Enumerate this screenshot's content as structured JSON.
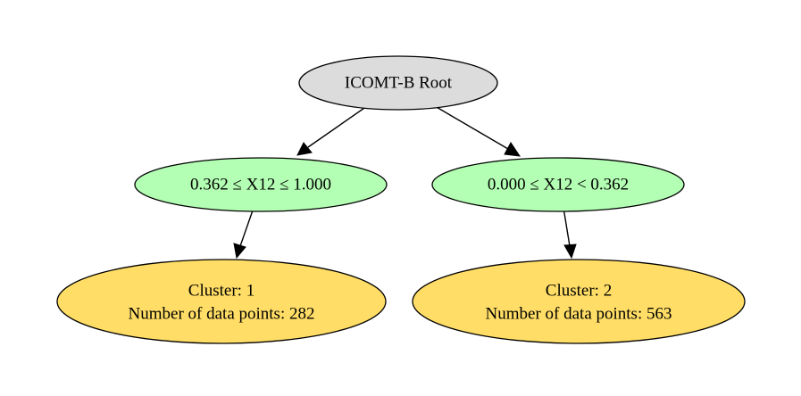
{
  "colors": {
    "root_fill": "#dcdcdc",
    "split_fill": "#b3ffb3",
    "leaf_fill": "#ffdd66",
    "stroke": "#000000"
  },
  "tree": {
    "root": {
      "label": "ICOMT-B Root"
    },
    "splits": [
      {
        "label": "0.362 ≤ X12 ≤ 1.000"
      },
      {
        "label": "0.000 ≤ X12 < 0.362"
      }
    ],
    "leaves": [
      {
        "line1": "Cluster: 1",
        "line2": "Number of data points: 282"
      },
      {
        "line1": "Cluster: 2",
        "line2": "Number of data points: 563"
      }
    ]
  }
}
